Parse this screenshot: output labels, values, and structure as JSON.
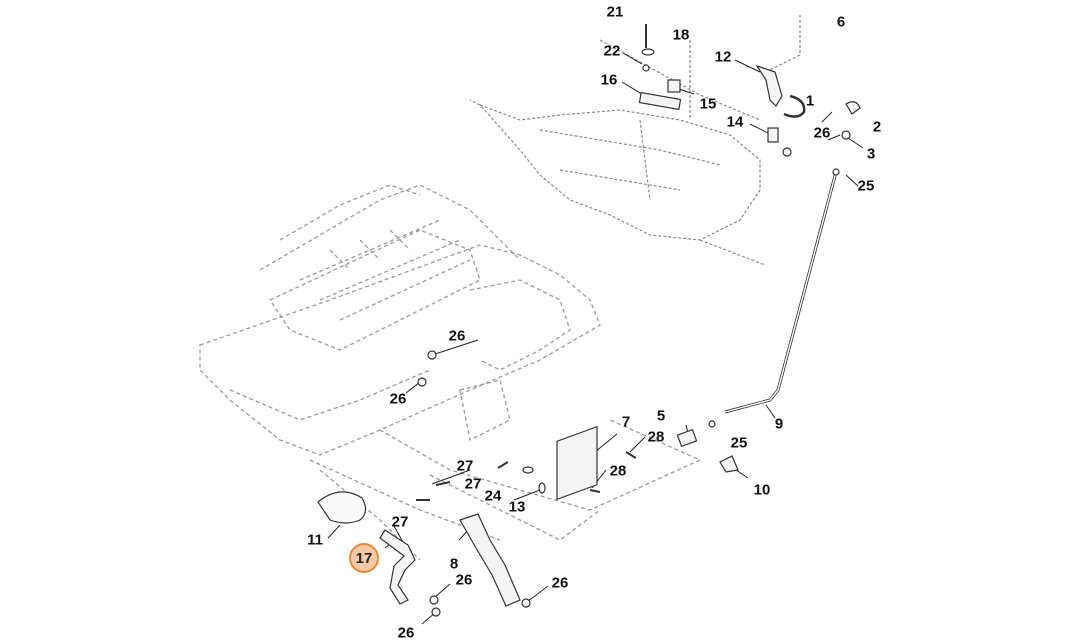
{
  "diagram": {
    "callouts": [
      "21",
      "18",
      "22",
      "16",
      "15",
      "12",
      "1",
      "6",
      "2",
      "14",
      "26",
      "3",
      "25",
      "26",
      "26",
      "7",
      "5",
      "28",
      "25",
      "9",
      "28",
      "10",
      "27",
      "27",
      "24",
      "13",
      "27",
      "8",
      "11",
      "17",
      "26",
      "26",
      "26"
    ],
    "highlighted_callout": "17",
    "highlight_color": "#e88a3c"
  }
}
